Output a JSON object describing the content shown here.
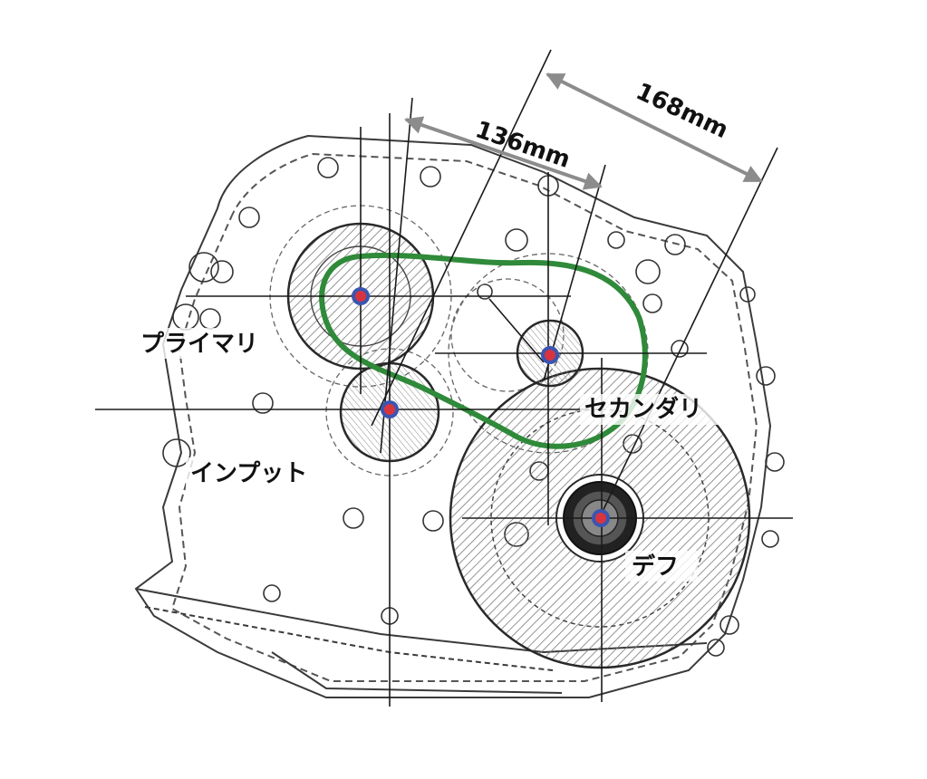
{
  "diagram": {
    "colors": {
      "line": "#2a2a2a",
      "hatch": "#777777",
      "belt": "#2f8a3a",
      "dimension": "#8c8c8c",
      "hub_outer": "#3a55b0",
      "hub_inner": "#d8343f"
    },
    "labels": {
      "primary": "プライマリ",
      "secondary": "セカンダリ",
      "input": "インプット",
      "diff": "デフ"
    },
    "dimensions": {
      "primary_secondary": "136mm",
      "secondary_diff": "168mm"
    }
  }
}
